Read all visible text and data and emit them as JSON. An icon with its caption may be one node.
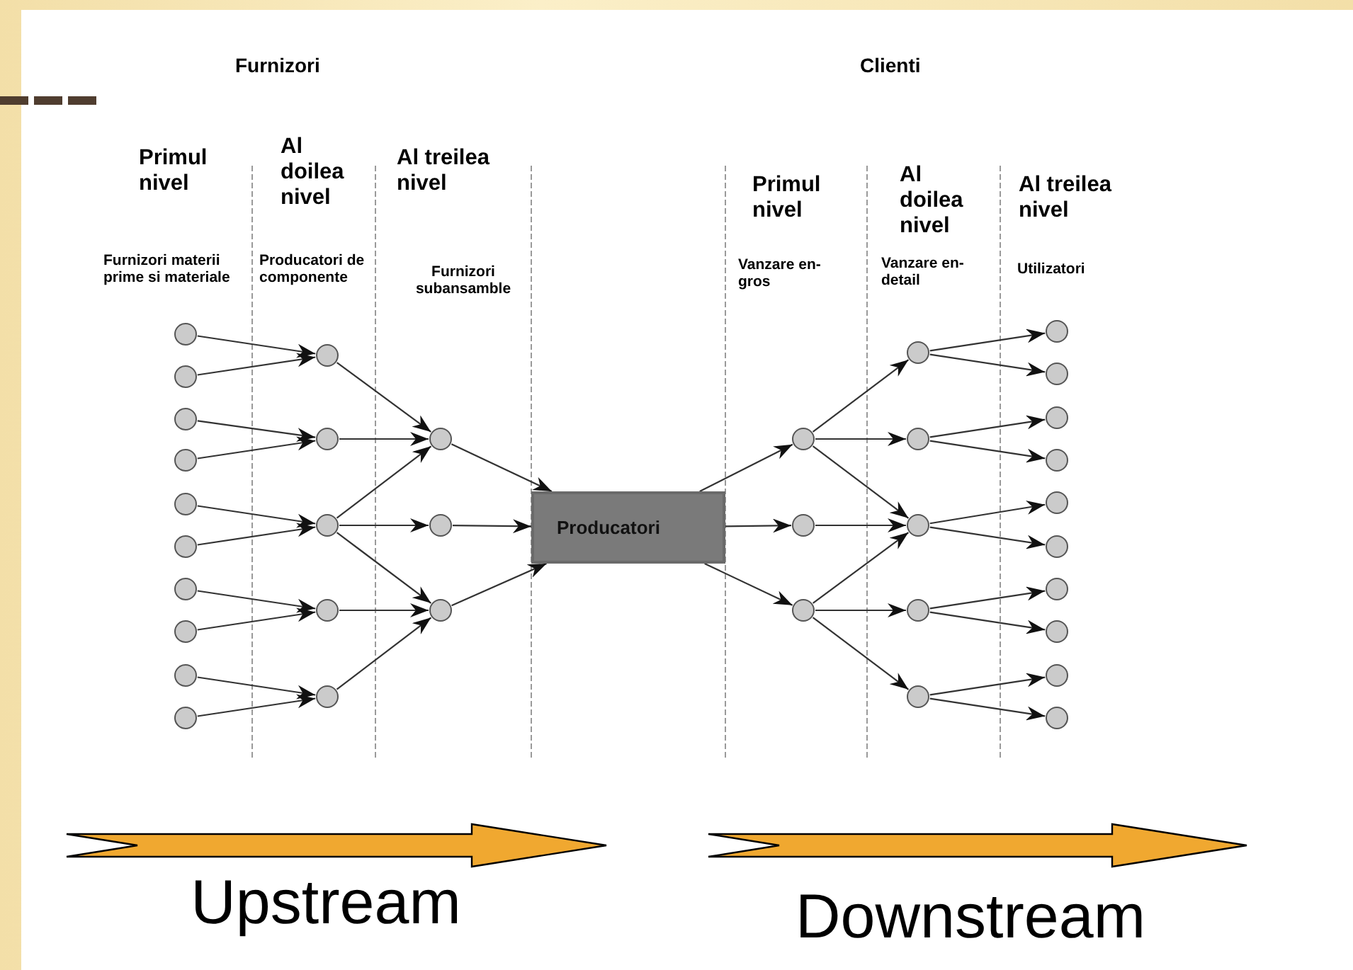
{
  "diagram": {
    "nodes": [
      {
        "text": [],
        "shape": "circle"
      },
      {
        "text": [],
        "shape": "circle"
      },
      {
        "text": [],
        "shape": "circle"
      },
      {
        "text": [],
        "shape": "circle"
      },
      {
        "text": [],
        "shape": "circle"
      },
      {
        "text": [],
        "shape": "circle"
      },
      {
        "text": [],
        "shape": "circle"
      },
      {
        "text": [],
        "shape": "circle"
      },
      {
        "text": [],
        "shape": "circle"
      },
      {
        "text": [],
        "shape": "circle"
      },
      {
        "text": [],
        "shape": "circle"
      },
      {
        "text": [],
        "shape": "circle"
      },
      {
        "text": [],
        "shape": "circle"
      },
      {
        "text": [],
        "shape": "circle"
      },
      {
        "text": [],
        "shape": "circle"
      },
      {
        "text": [],
        "shape": "circle"
      },
      {
        "text": [],
        "shape": "circle"
      },
      {
        "text": [],
        "shape": "circle"
      },
      {
        "text": [
          "Producatori"
        ]
      },
      {
        "text": [],
        "shape": "circle"
      },
      {
        "text": [],
        "shape": "circle"
      },
      {
        "text": [],
        "shape": "circle"
      },
      {
        "text": [],
        "shape": "circle"
      },
      {
        "text": [],
        "shape": "circle"
      },
      {
        "text": [],
        "shape": "circle"
      },
      {
        "text": [],
        "shape": "circle"
      },
      {
        "text": [],
        "shape": "circle"
      },
      {
        "text": [],
        "shape": "circle"
      },
      {
        "text": [],
        "shape": "circle"
      },
      {
        "text": [],
        "shape": "circle"
      },
      {
        "text": [],
        "shape": "circle"
      },
      {
        "text": [],
        "shape": "circle"
      },
      {
        "text": [],
        "shape": "circle"
      },
      {
        "text": [],
        "shape": "circle"
      },
      {
        "text": [],
        "shape": "circle"
      },
      {
        "text": [],
        "shape": "circle"
      },
      {
        "text": [],
        "shape": "circle"
      }
    ],
    "edges": [
      {
        "from": 0,
        "to": 10,
        "arrow": "to"
      },
      {
        "from": 1,
        "to": 10,
        "arrow": "to"
      },
      {
        "from": 2,
        "to": 11,
        "arrow": "to"
      },
      {
        "from": 3,
        "to": 11,
        "arrow": "to"
      },
      {
        "from": 4,
        "to": 12,
        "arrow": "to"
      },
      {
        "from": 5,
        "to": 12,
        "arrow": "to"
      },
      {
        "from": 6,
        "to": 13,
        "arrow": "to"
      },
      {
        "from": 7,
        "to": 13,
        "arrow": "to"
      },
      {
        "from": 8,
        "to": 14,
        "arrow": "to"
      },
      {
        "from": 9,
        "to": 14,
        "arrow": "to"
      },
      {
        "from": 10,
        "to": 15,
        "arrow": "to"
      },
      {
        "from": 11,
        "to": 15,
        "arrow": "to"
      },
      {
        "from": 12,
        "to": 15,
        "arrow": "to"
      },
      {
        "from": 12,
        "to": 16,
        "arrow": "to"
      },
      {
        "from": 12,
        "to": 17,
        "arrow": "to"
      },
      {
        "from": 13,
        "to": 17,
        "arrow": "to"
      },
      {
        "from": 14,
        "to": 17,
        "arrow": "to"
      },
      {
        "from": 15,
        "to": 18,
        "arrow": "to"
      },
      {
        "from": 16,
        "to": 18,
        "arrow": "to"
      },
      {
        "from": 17,
        "to": 18,
        "arrow": "to"
      },
      {
        "from": 18,
        "to": 19,
        "arrow": "to"
      },
      {
        "from": 18,
        "to": 20,
        "arrow": "to"
      },
      {
        "from": 18,
        "to": 21,
        "arrow": "to"
      },
      {
        "from": 19,
        "to": 22,
        "arrow": "to"
      },
      {
        "from": 19,
        "to": 23,
        "arrow": "to"
      },
      {
        "from": 19,
        "to": 24,
        "arrow": "to"
      },
      {
        "from": 20,
        "to": 24,
        "arrow": "to"
      },
      {
        "from": 21,
        "to": 24,
        "arrow": "to"
      },
      {
        "from": 21,
        "to": 25,
        "arrow": "to"
      },
      {
        "from": 21,
        "to": 26,
        "arrow": "to"
      },
      {
        "from": 22,
        "to": 27,
        "arrow": "to"
      },
      {
        "from": 22,
        "to": 28,
        "arrow": "to"
      },
      {
        "from": 23,
        "to": 29,
        "arrow": "to"
      },
      {
        "from": 23,
        "to": 30,
        "arrow": "to"
      },
      {
        "from": 24,
        "to": 31,
        "arrow": "to"
      },
      {
        "from": 24,
        "to": 32,
        "arrow": "to"
      },
      {
        "from": 25,
        "to": 33,
        "arrow": "to"
      },
      {
        "from": 25,
        "to": 34,
        "arrow": "to"
      },
      {
        "from": 26,
        "to": 35,
        "arrow": "to"
      },
      {
        "from": 26,
        "to": 36,
        "arrow": "to"
      }
    ],
    "labels": [
      "Furnizori",
      "Clienti",
      "Primul nivel",
      "Al doilea nivel",
      "Al treilea nivel",
      "Primul nivel",
      "Al doilea nivel",
      "Al treilea nivel",
      "Furnizori materii prime si materiale",
      "Producatori de componente",
      "Furnizori subansamble",
      "Vanzare en-gros",
      "Vanzare en-detail",
      "Utilizatori",
      "Upstream",
      "Downstream"
    ]
  }
}
